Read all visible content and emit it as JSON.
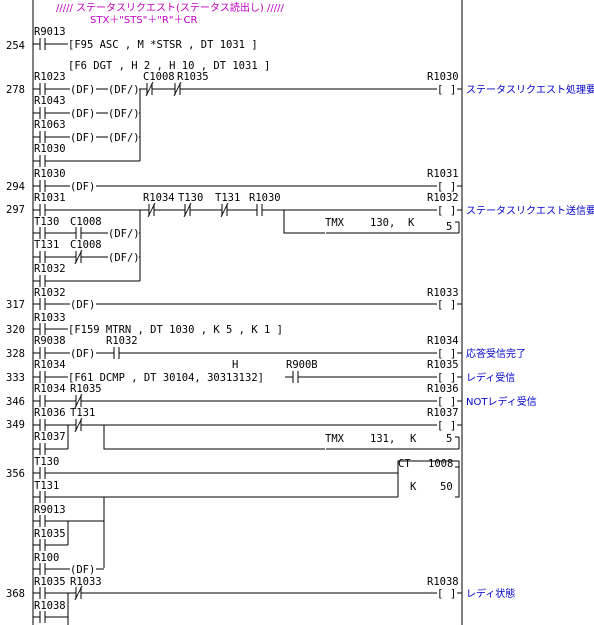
{
  "header": {
    "line1": "/////  ステータスリクエスト(ステータス読出し)  /////",
    "line2": "STX＋\"STS\"＋\"R\"＋CR"
  },
  "steps": [
    "254",
    "278",
    "294",
    "297",
    "317",
    "320",
    "328",
    "333",
    "346",
    "349",
    "356",
    "368"
  ],
  "labels": {
    "r9013": "R9013",
    "f95": "[F95 ASC    , M  *STSR         ,    DT 1031 ]",
    "f6": "[F6 DGT     ,   H 2      ,    H 10    ,    DT 1031 ]",
    "r1023": "R1023",
    "c1008": "C1008",
    "r1035": "R1035",
    "r1030": "R1030",
    "r1043": "R1043",
    "r1063": "R1063",
    "df": "(DF)",
    "dfn": "(DF/)",
    "r1031": "R1031",
    "r1034": "R1034",
    "t130": "T130",
    "t131": "T131",
    "r1032": "R1032",
    "tmx1": "TMX",
    "tmx1_no": "130,",
    "tmx1_k": "K",
    "tmx1_kv": "5",
    "r1033": "R1033",
    "f159": "[F159 MTRN ,    DT 1030 ,    K 5     ,     K 1     ]",
    "r9038": "R9038",
    "h": "H",
    "r900b": "R900B",
    "f61": "[F61 DCMP  ,    DT 30104,    30313132]",
    "r1036": "R1036",
    "r1037": "R1037",
    "tmx2": "TMX",
    "tmx2_no": "131,",
    "tmx2_k": "K",
    "tmx2_kv": "5",
    "ct": "CT",
    "ct_no": "1008",
    "ct_k": "K",
    "ct_kv": "50",
    "r100": "R100",
    "r1038": "R1038",
    "coil_l": "[",
    "coil_r": "]"
  },
  "comments": {
    "c278": "ステータスリクエスト処理要求",
    "c297": "ステータスリクエスト送信要求",
    "c328": "応答受信完了",
    "c333": "レディ受信",
    "c346": "NOTレディ受信",
    "c368": "レディ状態"
  }
}
